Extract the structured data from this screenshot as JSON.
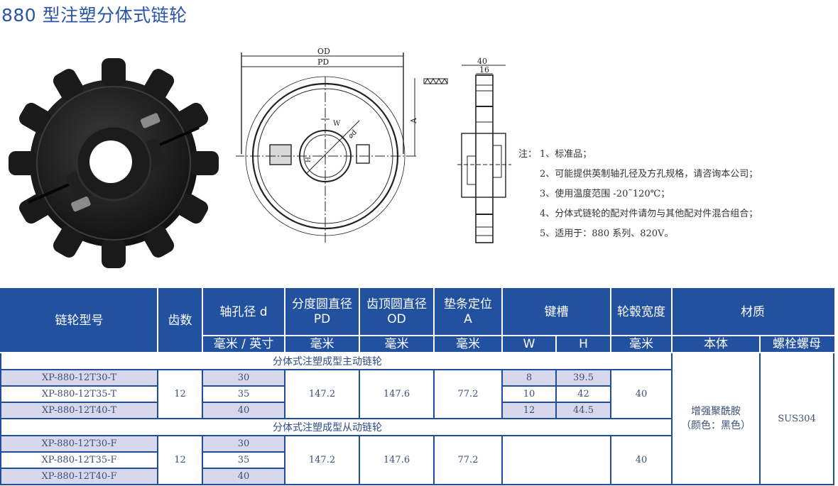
{
  "header": {
    "title": "880 型注塑分体式链轮"
  },
  "drawing": {
    "front_view": {
      "labels": {
        "od": "OD",
        "pd": "PD",
        "a": "A",
        "w": "W",
        "d": "⌀d",
        "h": "H"
      }
    },
    "side_view": {
      "labels": {
        "width_total": "40",
        "width_tooth": "16"
      }
    }
  },
  "notes": {
    "prefix": "注：",
    "items": [
      "1、标准品；",
      "2、可能提供英制轴孔径及方孔规格，请咨询本公司；",
      "3、使用温度范围 -20˜120℃；",
      "4、分体式链轮的配对件请勿与其他配对件混合组合；",
      "5、适用于：880 系列、820V。"
    ]
  },
  "table": {
    "headers": {
      "model": "链轮型号",
      "teeth": "齿数",
      "bore": "轴孔径 d",
      "pd": "分度圆直径",
      "pd_sub": "PD",
      "od": "齿顶圆直径",
      "od_sub": "OD",
      "a": "垫条定位",
      "a_sub": "A",
      "keyway": "键槽",
      "hub": "轮毂宽度",
      "material": "材质"
    },
    "units": {
      "bore": "毫米 / 英寸",
      "pd": "毫米",
      "od": "毫米",
      "a": "毫米",
      "w": "W",
      "h": "H",
      "hub": "毫米",
      "body": "本体",
      "bolt": "螺栓螺母"
    },
    "sections": [
      {
        "title": "分体式注塑成型主动链轮",
        "teeth": "12",
        "pd": "147.2",
        "od": "147.6",
        "a": "77.2",
        "hub": "40",
        "rows": [
          {
            "model": "XP-880-12T30-T",
            "bore": "30",
            "w": "8",
            "h": "39.5"
          },
          {
            "model": "XP-880-12T35-T",
            "bore": "35",
            "w": "10",
            "h": "42"
          },
          {
            "model": "XP-880-12T40-T",
            "bore": "40",
            "w": "12",
            "h": "44.5"
          }
        ]
      },
      {
        "title": "分体式注塑成型从动链轮",
        "teeth": "12",
        "pd": "147.2",
        "od": "147.6",
        "a": "77.2",
        "hub": "40",
        "rows": [
          {
            "model": "XP-880-12T30-F",
            "bore": "30"
          },
          {
            "model": "XP-880-12T35-F",
            "bore": "35"
          },
          {
            "model": "XP-880-12T40-F",
            "bore": "40"
          }
        ]
      }
    ],
    "material": {
      "body_line1": "增强聚酰胺",
      "body_line2": "（颜色：黑色）",
      "bolt": "SUS304"
    }
  },
  "colors": {
    "title_blue": "#2a55a6",
    "header_bg": "#2251a0",
    "border": "#1f4e9c",
    "shade": "#d7d8ec"
  }
}
